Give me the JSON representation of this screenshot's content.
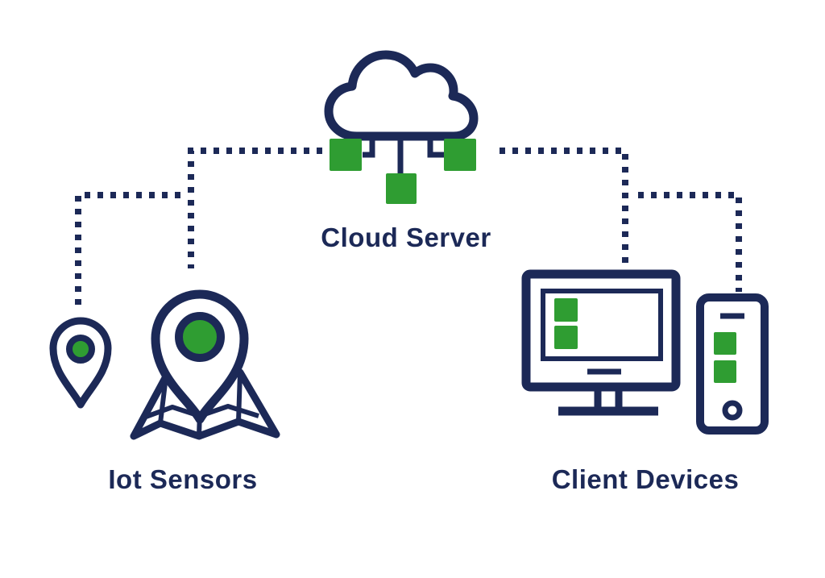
{
  "diagram": {
    "colors": {
      "navy": "#1c2957",
      "green": "#2f9d32",
      "background": "#ffffff"
    },
    "connector_style": "dotted",
    "connectors": [
      "cloud-to-iot-outer",
      "cloud-to-iot-inner",
      "cloud-to-clients-outer",
      "cloud-to-clients-inner"
    ],
    "nodes": {
      "cloud_server": {
        "label": "Cloud Server",
        "icon": "cloud-icon",
        "sub_icons": [
          "server-node-square-left",
          "server-node-square-center",
          "server-node-square-right"
        ]
      },
      "iot_sensors": {
        "label": "Iot Sensors",
        "icons": [
          "location-pin-small-icon",
          "location-pin-large-icon",
          "map-icon"
        ]
      },
      "client_devices": {
        "label": "Client Devices",
        "icons": [
          "monitor-icon",
          "smartphone-icon"
        ]
      }
    }
  }
}
